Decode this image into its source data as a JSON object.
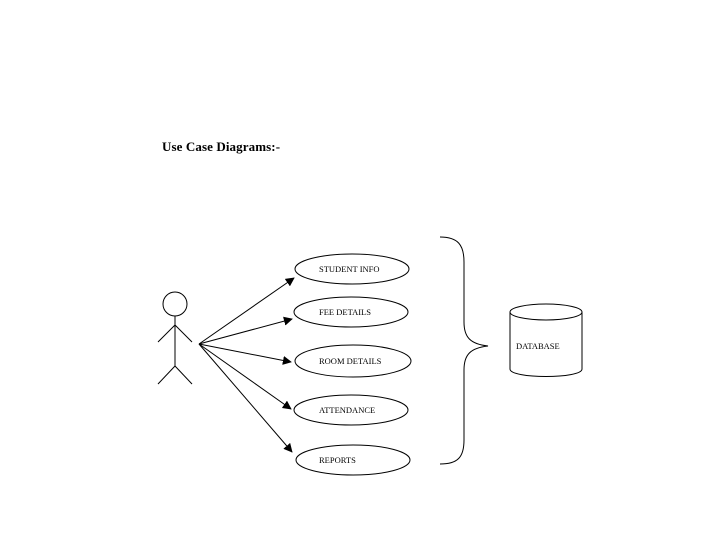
{
  "heading": "Use Case Diagrams:-",
  "use_cases": [
    {
      "label": "STUDENT INFO"
    },
    {
      "label": "FEE DETAILS"
    },
    {
      "label": "ROOM DETAILS"
    },
    {
      "label": "ATTENDANCE"
    },
    {
      "label": "REPORTS"
    }
  ],
  "database": {
    "label": "DATABASE"
  }
}
